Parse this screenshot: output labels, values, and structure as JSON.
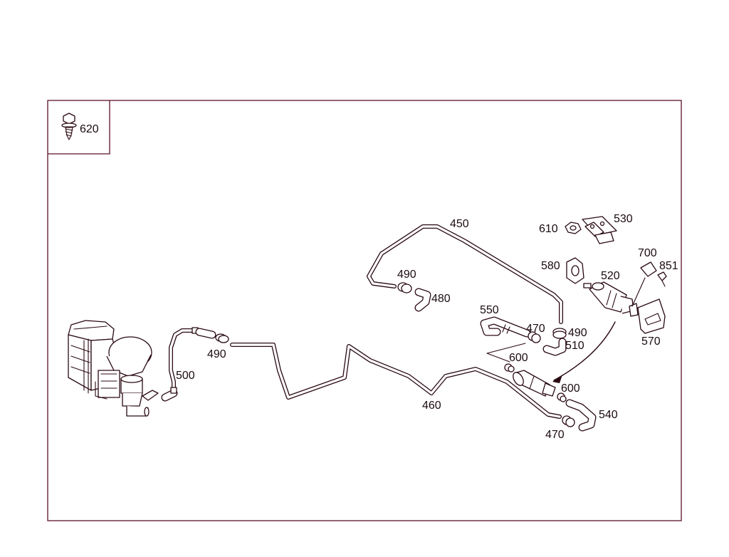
{
  "colors": {
    "line": "#2a0a12",
    "frame": "#5a1028",
    "label": "#1a0a10",
    "background": "#ffffff"
  },
  "callouts": {
    "c620": "620",
    "c450": "450",
    "c530": "530",
    "c610": "610",
    "c700": "700",
    "c851": "851",
    "c580": "580",
    "c520": "520",
    "c490a": "490",
    "c480": "480",
    "c550": "550",
    "c470a": "470",
    "c490b": "490",
    "c510": "510",
    "c570": "570",
    "c600a": "600",
    "c600b": "600",
    "c540": "540",
    "c470b": "470",
    "c460": "460",
    "c490c": "490",
    "c500": "500"
  }
}
